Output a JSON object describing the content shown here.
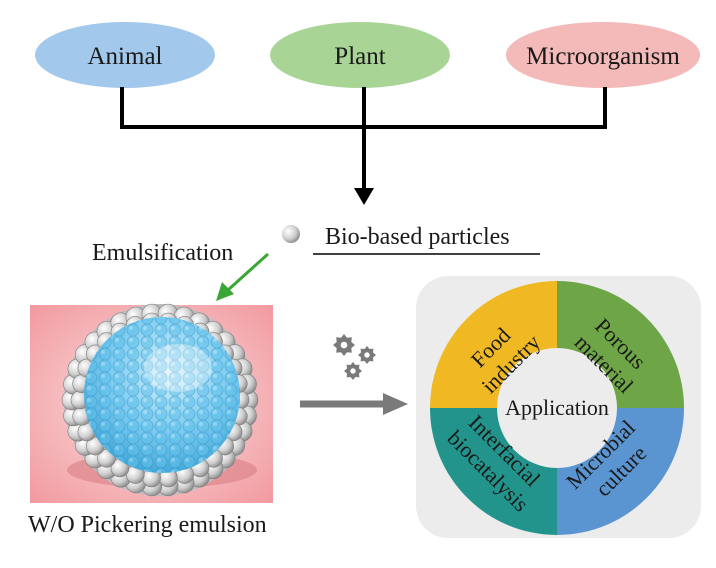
{
  "sources": [
    {
      "label": "Animal",
      "color": "#a2c8ec"
    },
    {
      "label": "Plant",
      "color": "#a8d596"
    },
    {
      "label": "Microorganism",
      "color": "#f4b9b9"
    }
  ],
  "particles": {
    "label": "Bio-based particles"
  },
  "emulsification": {
    "label": "Emulsification",
    "arrow_color": "#3aa635"
  },
  "emulsion": {
    "label": "W/O Pickering emulsion",
    "background_color": "#f19a9f",
    "droplet_color": "#4fb5e2",
    "shell_color": "#e6e6e6"
  },
  "process_icon": "gears-icon",
  "application": {
    "center_label": "Application",
    "panel_color": "#ececec",
    "segments": [
      {
        "lines": [
          "Food",
          "industry"
        ],
        "color": "#f0b823"
      },
      {
        "lines": [
          "Porous",
          "material"
        ],
        "color": "#6ea647"
      },
      {
        "lines": [
          "Microbial",
          "culture"
        ],
        "color": "#5b95d1"
      },
      {
        "lines": [
          "Interfacial",
          "biocatalysis"
        ],
        "color": "#23948b"
      }
    ]
  }
}
